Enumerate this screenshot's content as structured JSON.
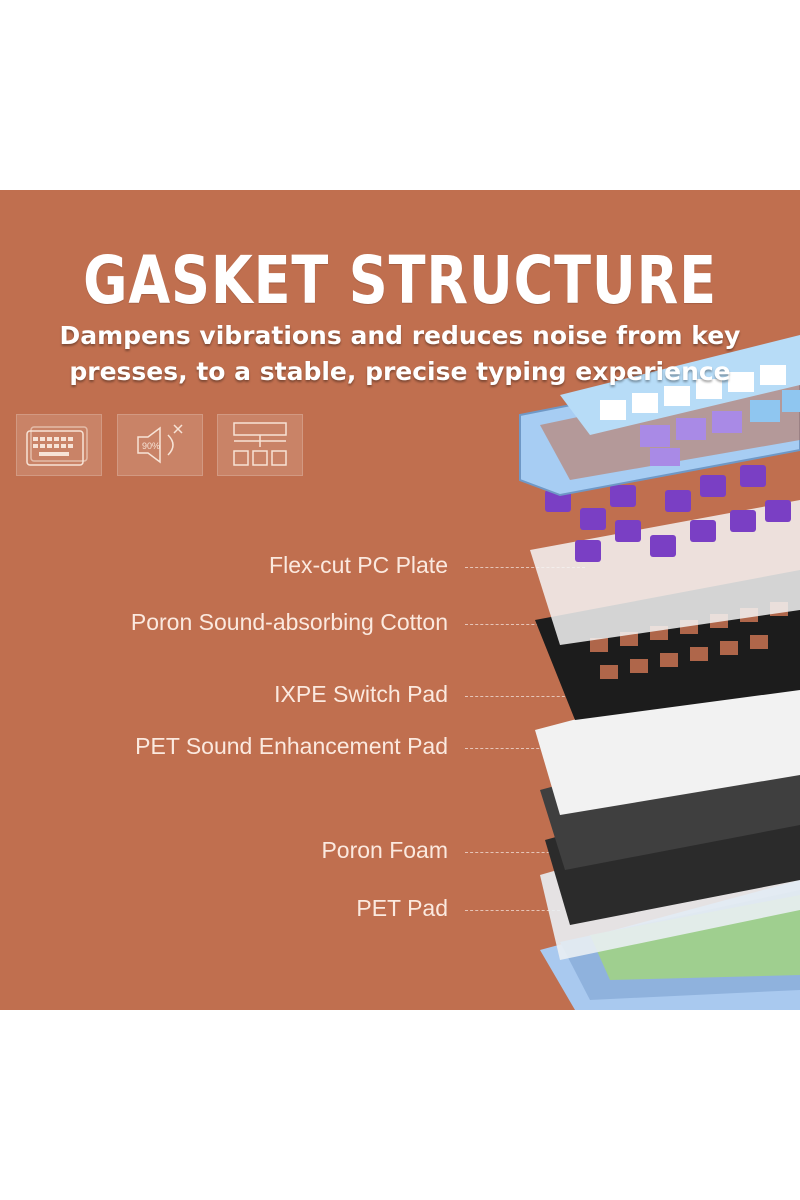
{
  "header": {
    "title": "GASKET STRUCTURE",
    "subtitle": "Dampens vibrations and reduces noise from key presses, to a stable, precise typing experience"
  },
  "feature_icons": [
    {
      "name": "keyboard-layers-icon"
    },
    {
      "name": "speaker-mute-icon",
      "text": "90%"
    },
    {
      "name": "layout-grid-icon"
    }
  ],
  "layers": [
    {
      "label": "Flex-cut PC Plate"
    },
    {
      "label": "Poron Sound-absorbing Cotton"
    },
    {
      "label": "IXPE Switch Pad"
    },
    {
      "label": "PET Sound Enhancement Pad"
    },
    {
      "label": "Poron Foam"
    },
    {
      "label": "PET Pad"
    }
  ],
  "colors": {
    "background": "#c06f4f",
    "accent_blue": "#9cc5ec",
    "switch_purple": "#7a3fc4",
    "text": "#ffffff"
  }
}
